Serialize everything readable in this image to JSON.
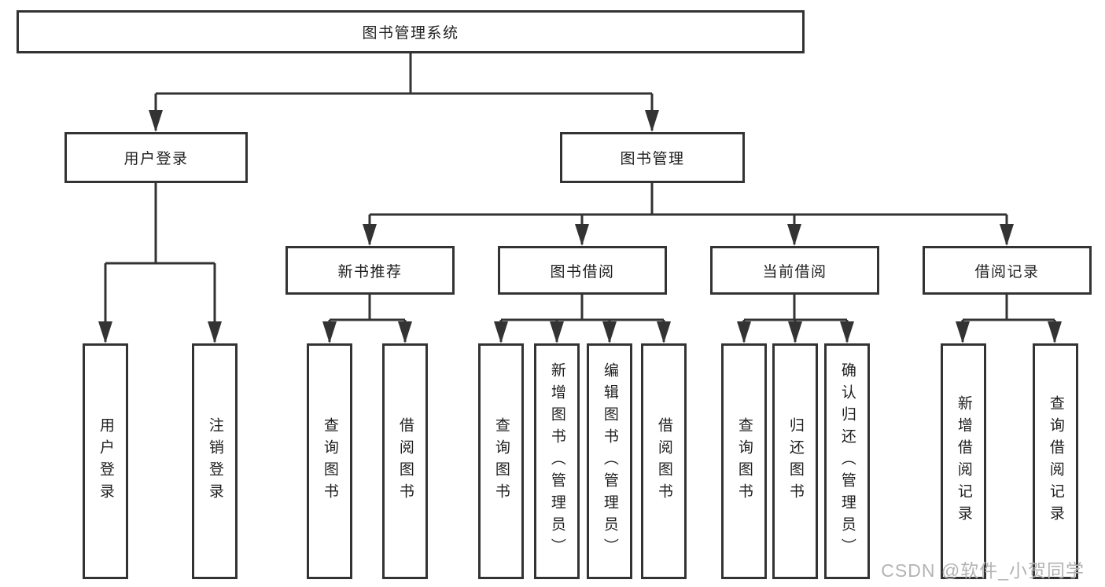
{
  "diagram": {
    "tree": {
      "root": {
        "label": "图书管理系统",
        "children": [
          {
            "label": "用户登录",
            "children": [
              {
                "label": "用户登录"
              },
              {
                "label": "注销登录"
              }
            ]
          },
          {
            "label": "图书管理",
            "children": [
              {
                "label": "新书推荐",
                "children": [
                  {
                    "label": "查询图书"
                  },
                  {
                    "label": "借阅图书"
                  }
                ]
              },
              {
                "label": "图书借阅",
                "children": [
                  {
                    "label": "查询图书"
                  },
                  {
                    "label": "新增图书（管理员）"
                  },
                  {
                    "label": "编辑图书（管理员）"
                  },
                  {
                    "label": "借阅图书"
                  }
                ]
              },
              {
                "label": "当前借阅",
                "children": [
                  {
                    "label": "查询图书"
                  },
                  {
                    "label": "归还图书"
                  },
                  {
                    "label": "确认归还（管理员）"
                  }
                ]
              },
              {
                "label": "借阅记录",
                "children": [
                  {
                    "label": "新增借阅记录"
                  },
                  {
                    "label": "查询借阅记录"
                  }
                ]
              }
            ]
          }
        ]
      }
    },
    "colors": {
      "line": "#333333",
      "box_border": "#333333",
      "box_fill": "#ffffff",
      "text": "#1f1f1f",
      "watermark": "#b3b3b3"
    }
  },
  "watermark": {
    "text": "CSDN @软件_小贺同学"
  }
}
